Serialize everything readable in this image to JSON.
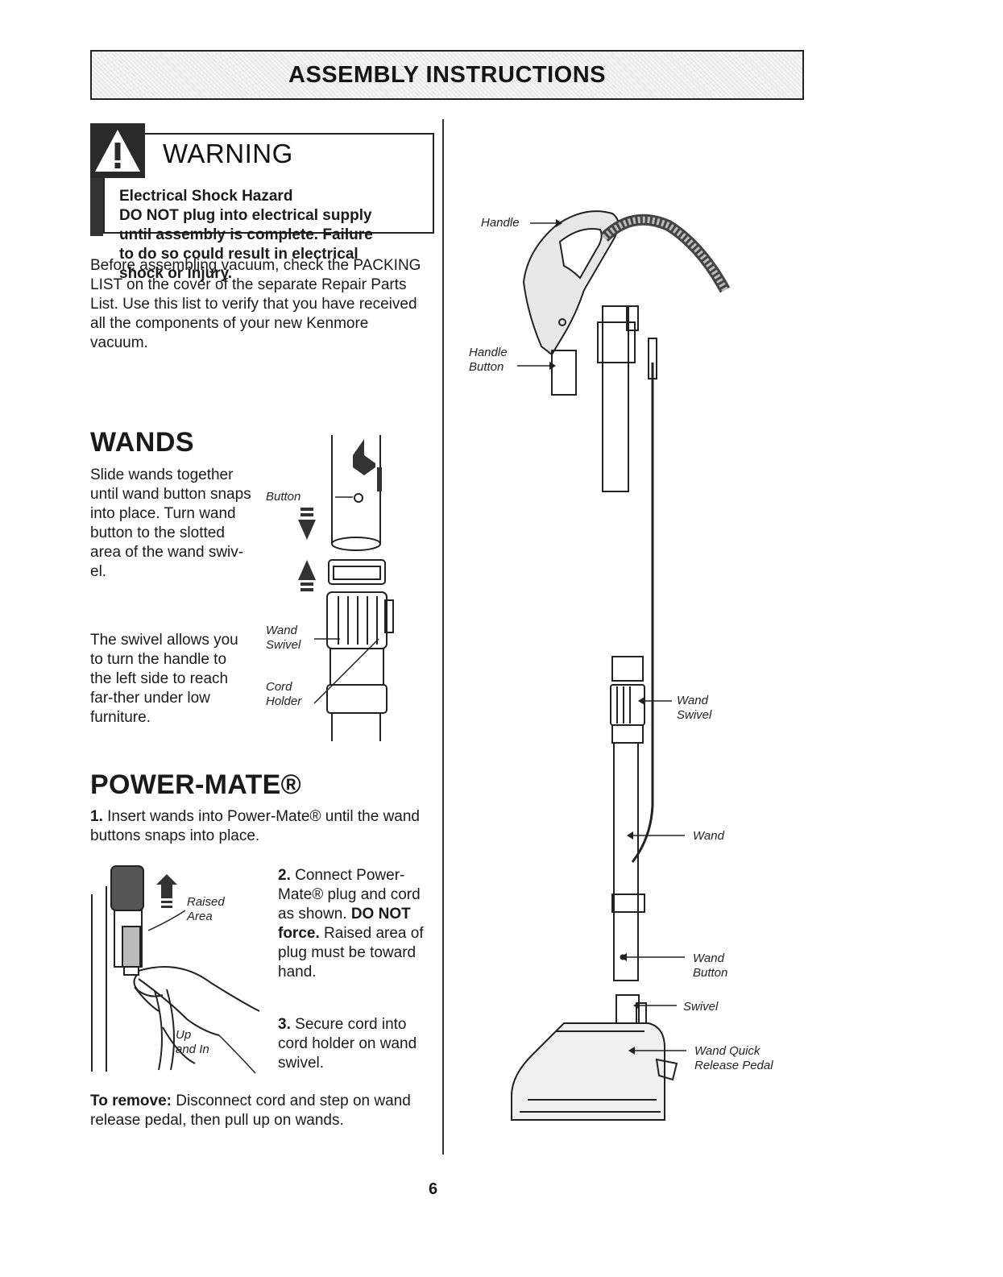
{
  "header": {
    "title": "ASSEMBLY INSTRUCTIONS"
  },
  "warning": {
    "title": "WARNING",
    "line1": "Electrical Shock Hazard",
    "line2": "DO NOT plug into electrical supply",
    "line3": "until assembly is complete. Failure",
    "line4": "to do so could result in electrical",
    "line5": "shock or injury."
  },
  "intro": "Before assembling vacuum, check the PACKING LIST on the cover of the separate Repair Parts List. Use this list to verify that you have received all the components of your new Kenmore vacuum.",
  "wands": {
    "heading": "WANDS",
    "para1": "Slide wands together until wand button snaps into place. Turn wand button to the slotted area of the wand swiv-el.",
    "para2": "The swivel allows you to turn the handle to the left side to reach far-ther under low furniture.",
    "labels": {
      "button": "Button",
      "wand_swivel_1": "Wand",
      "wand_swivel_2": "Swivel",
      "cord_holder_1": "Cord",
      "cord_holder_2": "Holder"
    }
  },
  "powermate": {
    "heading": "POWER-MATE®",
    "step1_num": "1.",
    "step1_text": "Insert wands into Power-Mate® until the wand buttons snaps into place.",
    "step2_num": "2.",
    "step2_text": "Connect Power-Mate® plug and cord as shown.",
    "step2_bold": "DO NOT force.",
    "step2_text2": "Raised area of plug must be toward hand.",
    "step3_num": "3.",
    "step3_text": "Secure cord into cord holder on wand swivel.",
    "labels": {
      "raised_1": "Raised",
      "raised_2": "Area",
      "up_1": "Up",
      "up_2": "and In"
    },
    "remove_label": "To remove:",
    "remove_text": "Disconnect cord and step on wand release pedal, then pull up on wands."
  },
  "diagram": {
    "handle": "Handle",
    "handle_button_1": "Handle",
    "handle_button_2": "Button",
    "wand_swivel_1": "Wand",
    "wand_swivel_2": "Swivel",
    "wand": "Wand",
    "wand_button_1": "Wand",
    "wand_button_2": "Button",
    "swivel": "Swivel",
    "release_1": "Wand Quick",
    "release_2": "Release Pedal"
  },
  "page_number": "6"
}
